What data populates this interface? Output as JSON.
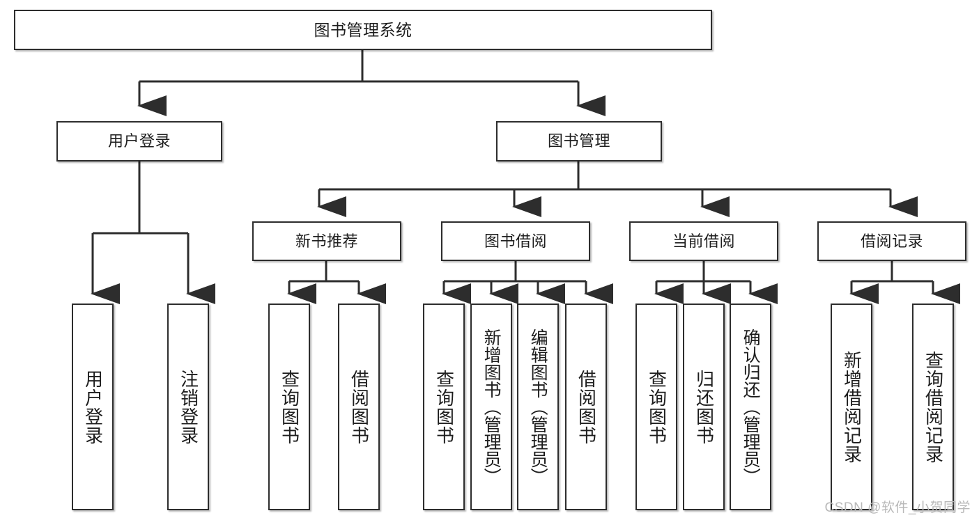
{
  "diagram": {
    "title": "图书管理系统",
    "type": "tree-hierarchy",
    "watermark": "CSDN @软件_小贺同学",
    "colors": {
      "border": "#2d2d2d",
      "background": "#ffffff",
      "text": "#1d1d1d",
      "connector": "#2d2d2d",
      "watermark": "#b9b9b9"
    },
    "nodes": {
      "root": "图书管理系统",
      "level2": {
        "user_login": "用户登录",
        "book_manage": "图书管理"
      },
      "level3": {
        "new_book_recommend": "新书推荐",
        "book_borrow": "图书借阅",
        "current_borrow": "当前借阅",
        "borrow_record": "借阅记录"
      },
      "leaves": {
        "user_login_children": [
          "用户登录",
          "注销登录"
        ],
        "new_book_recommend_children": [
          "查询图书",
          "借阅图书"
        ],
        "book_borrow_children": [
          "查询图书",
          "新增图书（管理员）",
          "编辑图书（管理员）",
          "借阅图书"
        ],
        "current_borrow_children": [
          "查询图书",
          "归还图书",
          "确认归还（管理员）"
        ],
        "borrow_record_children": [
          "新增借阅记录",
          "查询借阅记录"
        ]
      }
    }
  }
}
